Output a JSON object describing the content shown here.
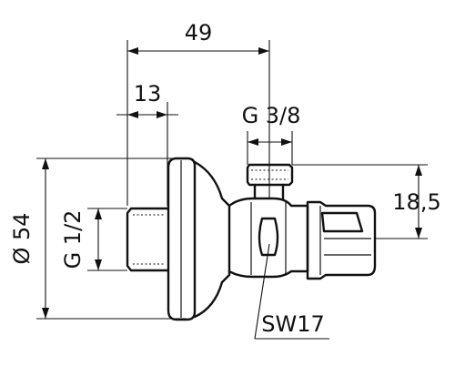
{
  "dimensions": {
    "overall_length": "49",
    "inlet_length": "13",
    "outlet_thread": "G 3/8",
    "inlet_thread": "G 1/2",
    "flange_diameter": "Ø 54",
    "outlet_height": "18,5",
    "wrench_size": "SW17"
  },
  "colors": {
    "line": "#111111",
    "background": "#ffffff"
  }
}
